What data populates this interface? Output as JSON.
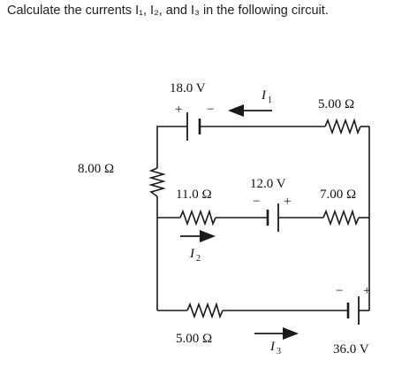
{
  "question": {
    "text": "Calculate the currents I₁, I₂, and I₃ in the following circuit."
  },
  "circuit": {
    "battery_top": {
      "voltage": "18.0 V",
      "plus": "+",
      "minus": "−"
    },
    "battery_mid": {
      "voltage": "12.0 V",
      "plus": "+",
      "minus": "−"
    },
    "battery_bottom": {
      "voltage": "36.0 V",
      "plus": "+",
      "minus": "−"
    },
    "resistor_left": {
      "value": "8.00 Ω"
    },
    "resistor_top_right": {
      "value": "5.00 Ω"
    },
    "resistor_mid_left": {
      "value": "11.0 Ω"
    },
    "resistor_mid_right": {
      "value": "7.00 Ω"
    },
    "resistor_bottom": {
      "value": "5.00 Ω"
    },
    "currents": {
      "I1": {
        "symbol": "I",
        "subscript": "1",
        "direction": "left"
      },
      "I2": {
        "symbol": "I",
        "subscript": "2",
        "direction": "right"
      },
      "I3": {
        "symbol": "I",
        "subscript": "3",
        "direction": "right"
      }
    },
    "colors": {
      "wire": "#1a1a1a",
      "text": "#111111"
    }
  }
}
